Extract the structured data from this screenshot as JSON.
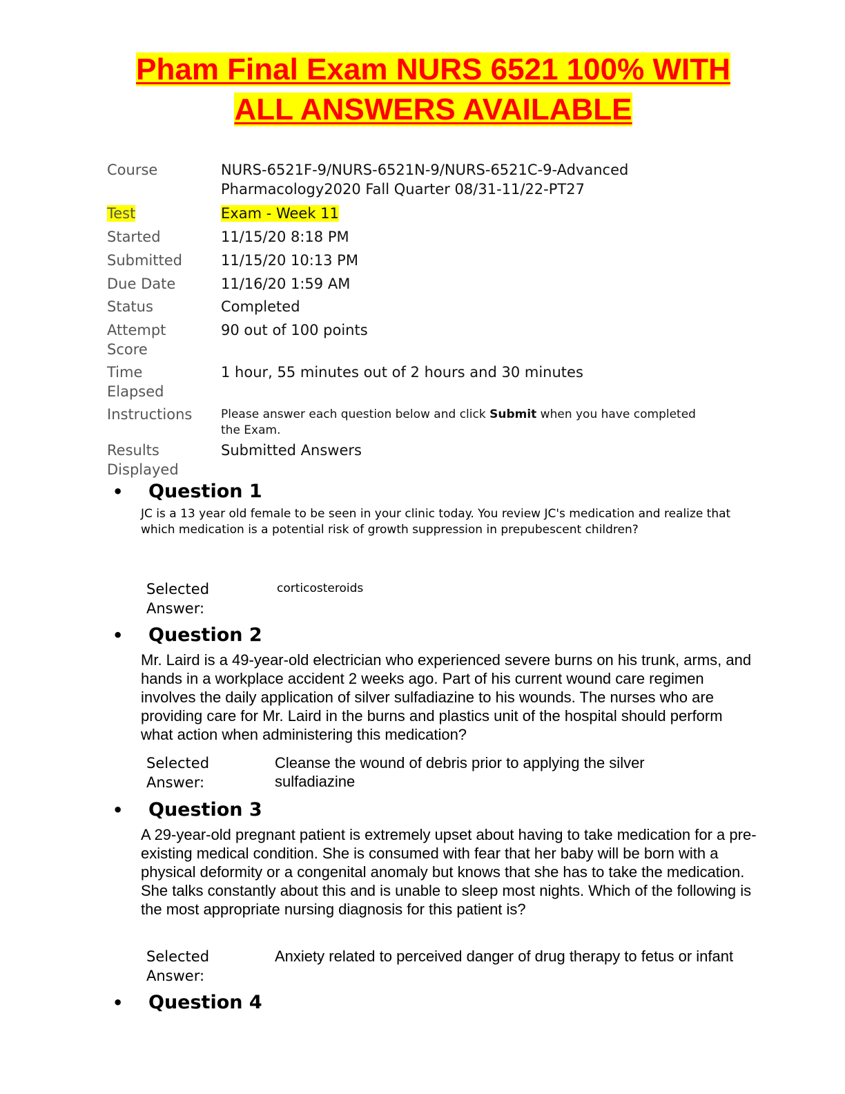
{
  "title": "Pham Final Exam NURS 6521 100% WITH ALL ANSWERS AVAILABLE",
  "title_line1": "Pham Final Exam NURS 6521 100% WITH",
  "title_line2": "ALL ANSWERS AVAILABLE",
  "colors": {
    "title": "#ff0000",
    "highlight": "#ffff00"
  },
  "meta": [
    {
      "label": "Course",
      "value": "NURS-6521F-9/NURS-6521N-9/NURS-6521C-9-Advanced Pharmacology2020 Fall Quarter 08/31-11/22-PT27"
    },
    {
      "label": "Test",
      "value": "Exam - Week 11"
    },
    {
      "label": "Started",
      "value": "11/15/20 8:18 PM"
    },
    {
      "label": "Submitted",
      "value": "11/15/20 10:13 PM"
    },
    {
      "label": "Due Date",
      "value": "11/16/20 1:59 AM"
    },
    {
      "label": "Status",
      "value": "Completed"
    },
    {
      "label": "Attempt Score",
      "value": "90 out of 100 points"
    },
    {
      "label": "Time Elapsed",
      "value": "1 hour, 55 minutes out of 2 hours and 30 minutes"
    },
    {
      "label": "Instructions",
      "value_pre": "Please answer each question below and click ",
      "value_bold": "Submit",
      "value_post": " when you have completed the Exam."
    },
    {
      "label": "Results Displayed",
      "value": "Submitted Answers"
    }
  ],
  "bullet": "•",
  "answer_label": "Selected Answer:",
  "questions": [
    {
      "title": "Question 1",
      "text": "JC is a 13 year old female to be seen in your clinic today.  You review JC's medication and realize that which medication is a potential risk of growth suppression in prepubescent children?",
      "answer": "corticosteroids"
    },
    {
      "title": "Question 2",
      "text": "Mr. Laird is a 49-year-old electrician who experienced severe burns on his trunk, arms, and hands in a workplace accident 2 weeks ago. Part of his current wound care regimen involves the daily application of silver sulfadiazine to his wounds. The nurses who are providing care for Mr. Laird in the burns and plastics unit of the hospital should perform what action when administering this medication?",
      "answer": "Cleanse the wound of debris prior to applying the silver sulfadiazine"
    },
    {
      "title": "Question 3",
      "text": "A 29-year-old pregnant patient is extremely upset about having to take medication for a pre-existing medical condition. She is consumed with fear that her baby will be born with a physical deformity or a congenital anomaly but knows that she has to take the medication. She talks constantly about this and is unable to sleep most nights. Which of the following is the most appropriate nursing diagnosis for this patient is?",
      "answer": "Anxiety related to perceived danger of drug therapy to fetus or infant"
    },
    {
      "title": "Question 4"
    }
  ]
}
